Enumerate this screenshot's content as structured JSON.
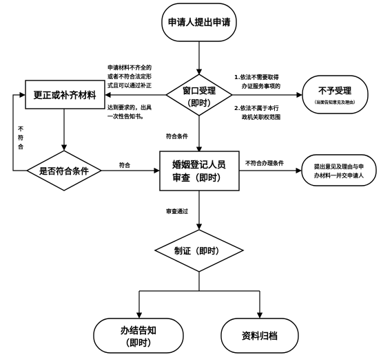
{
  "nodes": {
    "start": "申请人提出申请",
    "window_line1": "窗口受理",
    "window_line2": "（即时）",
    "correct": "更正或补齐材料",
    "reject": "不予受理",
    "reject_note": "（当面告知意见及理由）",
    "check_cond": "是否符合条件",
    "review_line1": "婚姻登记人员",
    "review_line2": "审查（即时）",
    "notify_line1": "提出意见及理由与申",
    "notify_line2": "办材料一并交申请人",
    "issue": "制证（即时）",
    "done_line1": "办结告知",
    "done_line2": "（即时）",
    "archive": "资料归档"
  },
  "edges": {
    "incomplete_1": "申请材料不齐全的",
    "incomplete_2": "或者不符合法定形",
    "incomplete_3": "式且可以通过补正",
    "inform_1": "达到要求的，出具",
    "inform_2": "一次性告知书。",
    "reason1_1": "1.依法不需要取得",
    "reason1_2": "办证服务事项的",
    "reason2_1": "2.依法不属于本行",
    "reason2_2": "政机关职权范围",
    "meets": "符合条件",
    "not_meet_v": [
      "不",
      "符",
      "合"
    ],
    "meet": "符合",
    "not_meet_handle": "不符合办理条件",
    "review_pass": "审查通过"
  }
}
